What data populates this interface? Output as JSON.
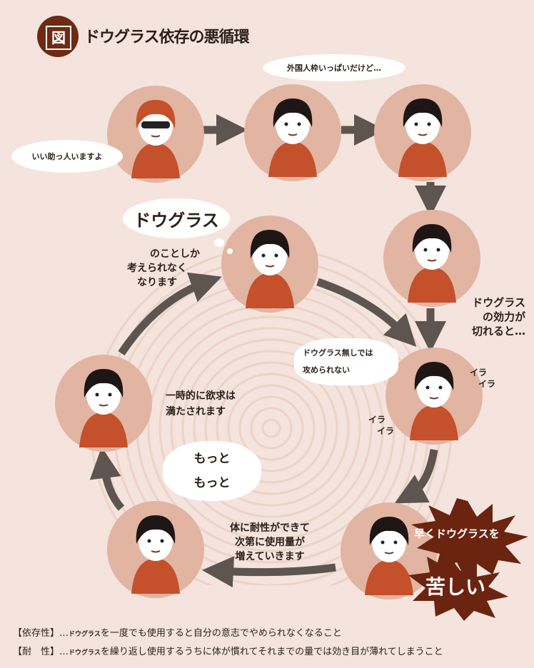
{
  "title": {
    "badge": "図",
    "text": "ドウグラス依存の悪循環"
  },
  "bubbles": {
    "full_roster": "外国人枠いっぱいだけど…",
    "helper": "いい助っ人いますよ",
    "douglas": "ドウグラス",
    "cant_attack": [
      "ドウグラス無しでは",
      "攻められない"
    ],
    "more": [
      "もっと",
      "もっと"
    ]
  },
  "captions": {
    "only_think": [
      "のことしか",
      "考えられなく",
      "なります"
    ],
    "effect_wears_off": [
      "ドウグラス",
      "の効力が",
      "切れると…"
    ],
    "temporary": [
      "一時的に欲求は",
      "満たされます"
    ],
    "tolerance": [
      "体に耐性ができて",
      "次第に使用量が",
      "増えていきます"
    ],
    "irritation_1": [
      "イラ",
      "イラ"
    ],
    "irritation_2": [
      "イラ",
      "イラ"
    ]
  },
  "burst": {
    "hurry": "早くドウグラスを",
    "painful": "苦しい"
  },
  "footer": [
    {
      "term": "【依存性】…",
      "name": "ドウグラス",
      "text": "を一度でも使用すると自分の意志でやめられなくなること"
    },
    {
      "term": "【耐　性】…",
      "name": "ドウグラス",
      "text": "を繰り返し使用するうちに体が慣れてそれまでの量では効き目が薄れてしまうこと"
    }
  ],
  "colors": {
    "background": "#f4e4dd",
    "circle": "#e2b4a2",
    "shirt": "#c4512b",
    "arrow": "#5e5450",
    "badge": "#6e2a14",
    "burst": "#6b2410"
  }
}
